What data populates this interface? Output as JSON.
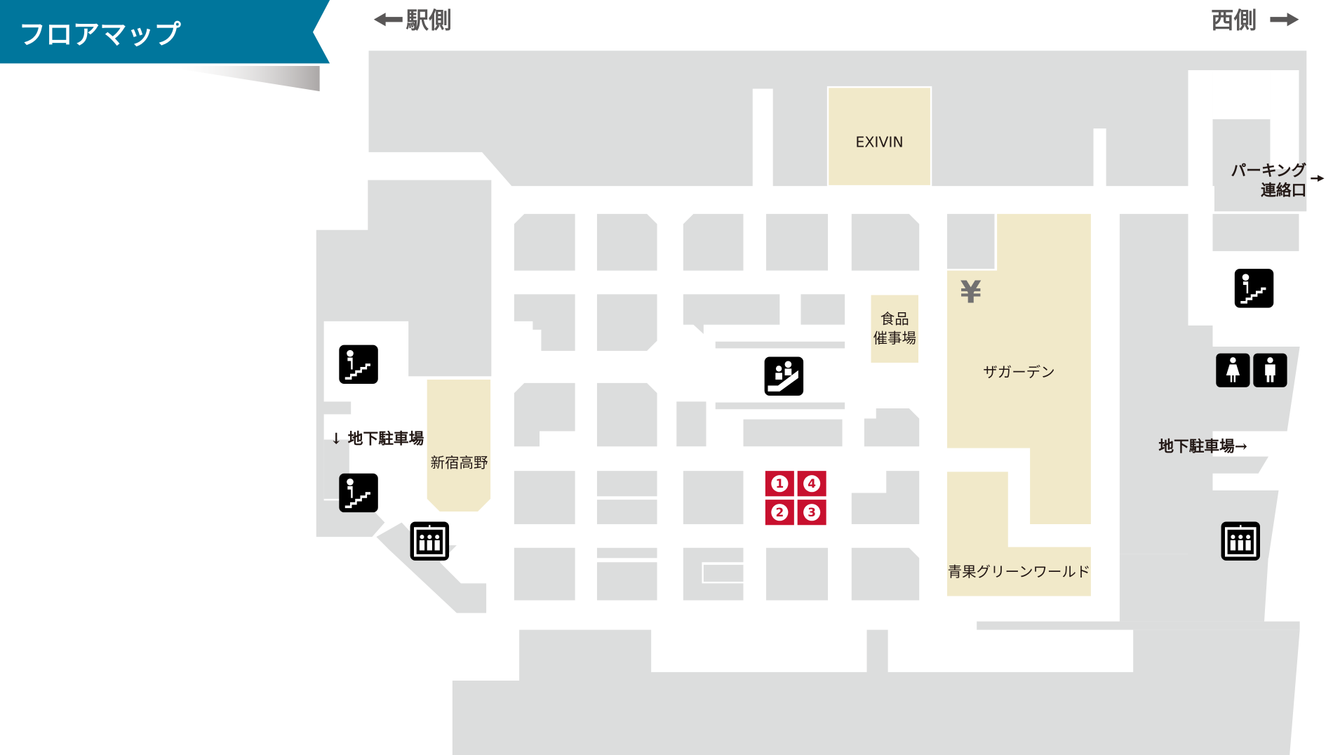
{
  "header": {
    "title": "フロアマップ",
    "title_bg_color": "#00769c"
  },
  "directions": {
    "left": "駅側",
    "right": "西側"
  },
  "shops": {
    "exivin": "EXIVIN",
    "food_event_line1": "食品",
    "food_event_line2": "催事場",
    "the_garden": "ザガーデン",
    "shinjuku_takano": "新宿高野",
    "seika_green_world": "青果グリーンワールド"
  },
  "facilities": {
    "parking_link_line1": "パーキング",
    "parking_link_line2": "連絡口",
    "underground_parking_left": "↓ 地下駐車場",
    "underground_parking_right": "地下駐車場→",
    "yen_symbol": "¥",
    "numbered_exits": [
      "1",
      "4",
      "2",
      "3"
    ]
  },
  "icons": [
    "stairs-icon",
    "escalator-icon",
    "elevator-icon",
    "restroom-female-icon",
    "restroom-male-icon",
    "atm-yen-icon"
  ],
  "colors": {
    "shop": "#f1e9c9",
    "block": "#dcdddd",
    "exit_marker": "#c8102e",
    "icon": "#000000"
  }
}
